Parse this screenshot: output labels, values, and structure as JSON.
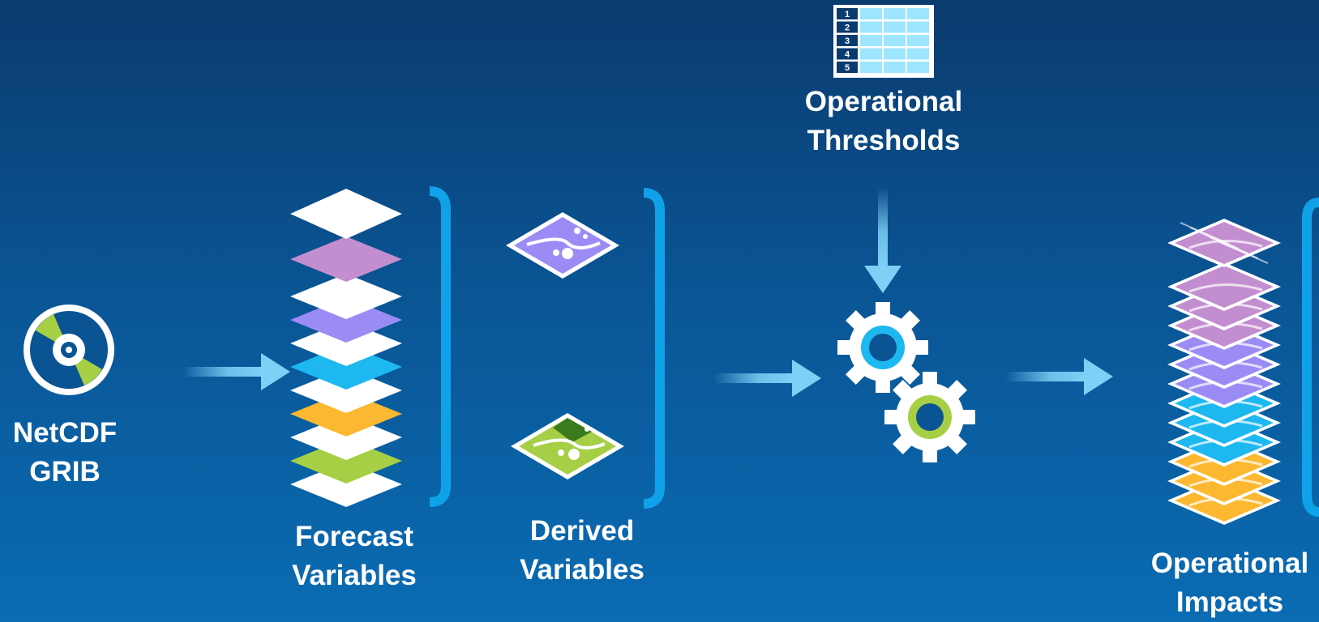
{
  "nodes": {
    "source": {
      "lines": [
        "NetCDF",
        "GRIB"
      ],
      "icon": "disc-icon"
    },
    "forecast": {
      "lines": [
        "Forecast",
        "Variables"
      ],
      "icon": "layer-stack-icon"
    },
    "derived": {
      "lines": [
        "Derived",
        "Variables"
      ],
      "icon": "map-tile-icon"
    },
    "thresholds": {
      "lines": [
        "Operational",
        "Thresholds"
      ],
      "icon": "table-icon",
      "table_rows": [
        "1",
        "2",
        "3",
        "4",
        "5"
      ]
    },
    "process": {
      "icon": "gears-icon"
    },
    "impacts": {
      "lines": [
        "Operational",
        "Impacts"
      ],
      "icon": "map-layer-stack-icon"
    }
  },
  "colors": {
    "white": "#ffffff",
    "purple": "#c28ed0",
    "violet": "#9b8cf5",
    "cyan": "#1cb8ef",
    "orange": "#fbb830",
    "green": "#a6cf45",
    "bracket": "#0fa2e8",
    "arrow": "#7fd0f7",
    "table_cell": "#9ee6ff",
    "table_header": "#0a3b6e"
  }
}
